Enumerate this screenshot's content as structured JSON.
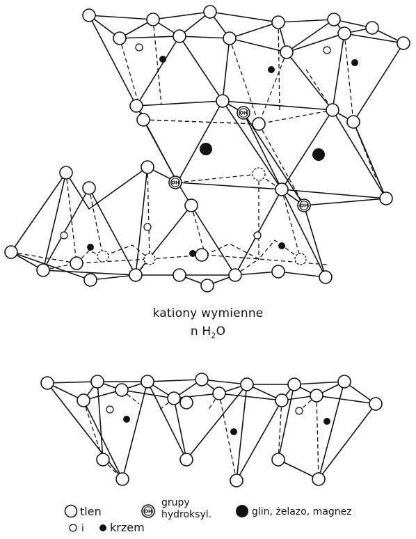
{
  "middle_label": {
    "line1": "kationy wymienne",
    "line2_prefix": "n H",
    "line2_sub": "2",
    "line2_suffix": "O"
  },
  "legend": {
    "oxygen": "tlen",
    "oh_symbol": "OH",
    "hydroxyl_line1": "grupy",
    "hydroxyl_line2": "hydroksyl.",
    "octa_cations": "glin, żelazo, magnez",
    "tetra_and": "i",
    "silicon": "krzem"
  }
}
